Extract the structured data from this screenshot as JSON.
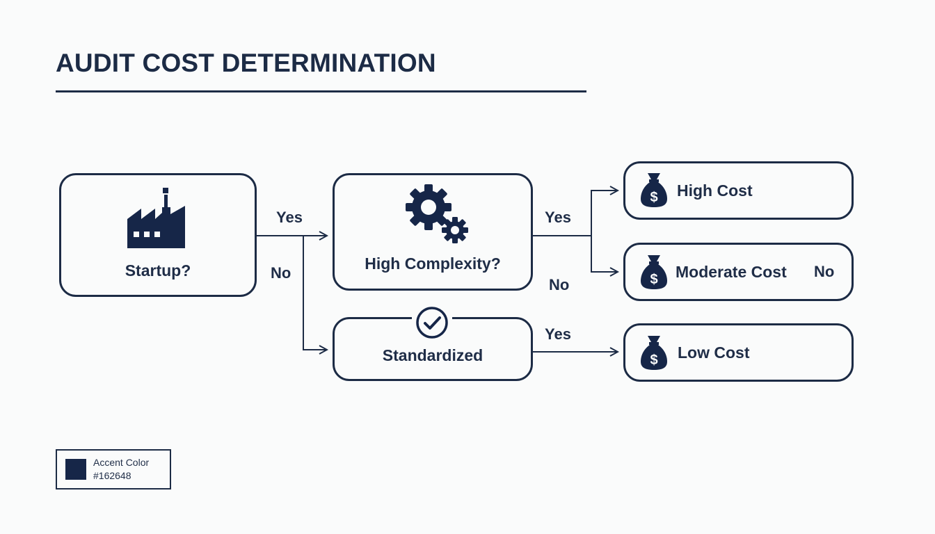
{
  "title": "AUDIT COST DETERMINATION",
  "colors": {
    "accent": "#162648",
    "stroke": "#1c2b45",
    "background": "#fafbfb"
  },
  "nodes": {
    "startup": {
      "label": "Startup?",
      "icon": "factory-icon"
    },
    "complexity": {
      "label": "High Complexity?",
      "icon": "gears-icon"
    },
    "standardized": {
      "label": "Standardized",
      "icon": "checkmark-circle-icon"
    },
    "high_cost": {
      "label": "High Cost",
      "icon": "money-bag-icon"
    },
    "moderate_cost": {
      "label": "Moderate Cost",
      "icon": "money-bag-icon"
    },
    "low_cost": {
      "label": "Low Cost",
      "icon": "money-bag-icon"
    }
  },
  "edges": {
    "startup_yes": "Yes",
    "startup_no": "No",
    "complexity_yes": "Yes",
    "complexity_no": "No",
    "moderate_no": "No",
    "standardized_yes": "Yes"
  },
  "legend": {
    "label": "Accent Color",
    "value": "#162648"
  }
}
